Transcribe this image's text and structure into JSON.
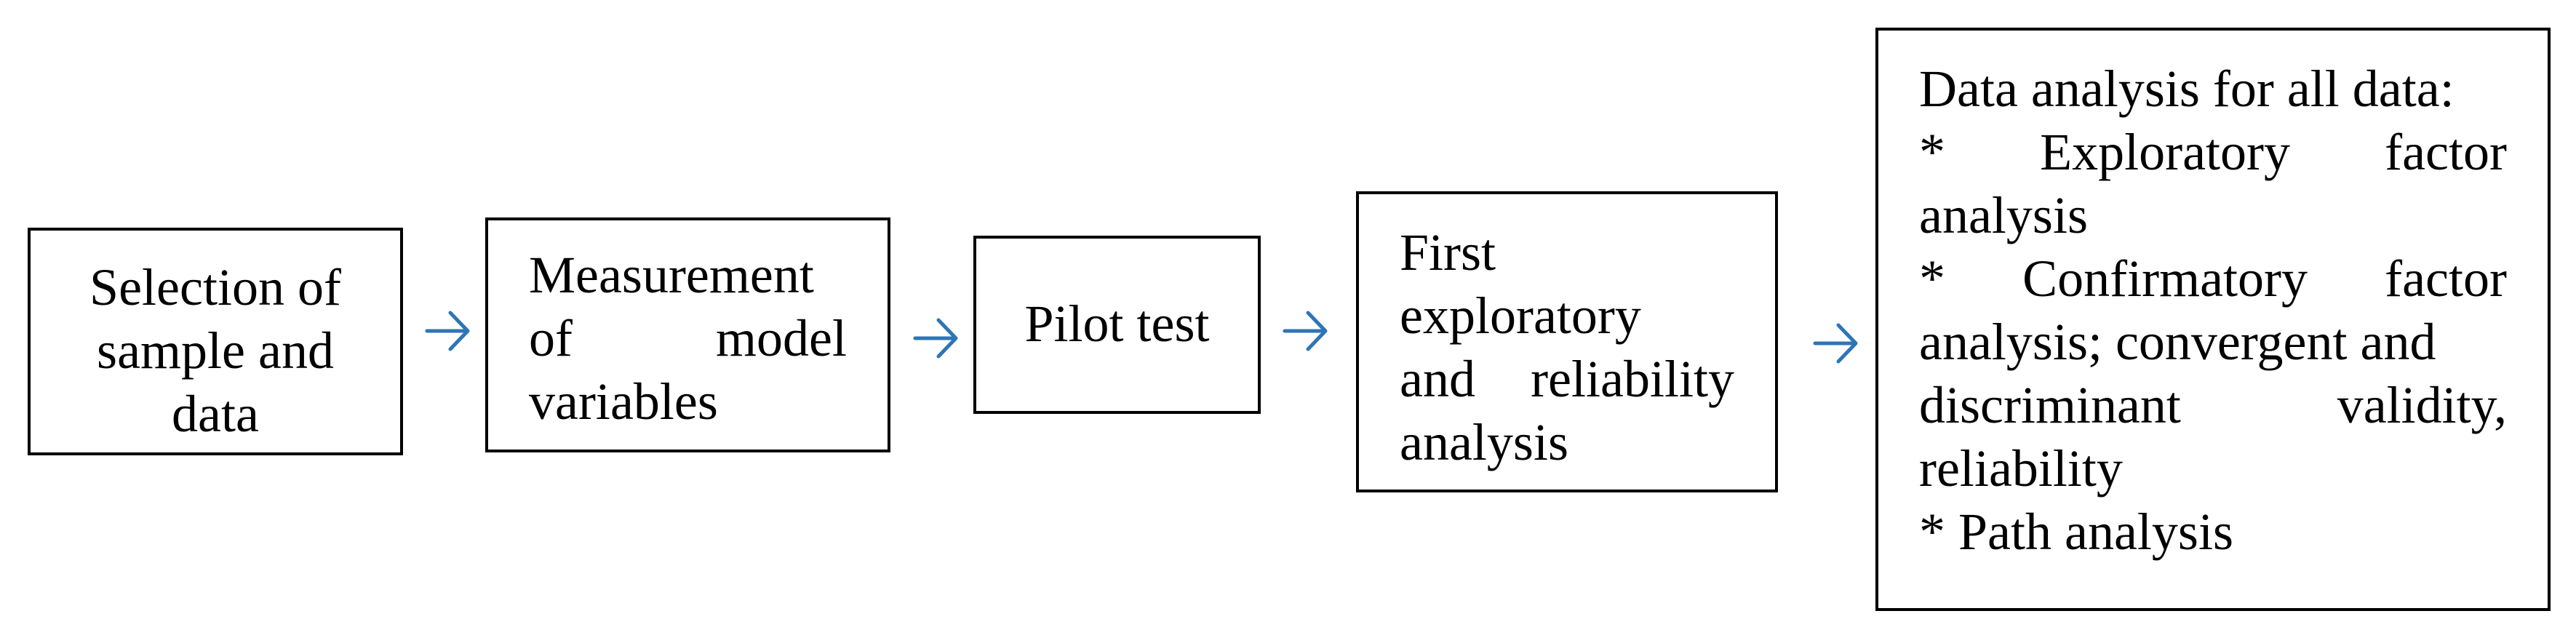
{
  "diagram": {
    "arrow_color": "#2E75B6",
    "steps": [
      {
        "lines": [
          "Selection of",
          "sample and",
          "data"
        ]
      },
      {
        "lines": [
          "Measurement",
          "of model",
          "variables"
        ]
      },
      {
        "lines": [
          "Pilot test"
        ]
      },
      {
        "lines": [
          "First",
          "exploratory",
          "and reliability",
          "analysis"
        ]
      },
      {
        "lines": [
          "Data analysis for all data:",
          "* Exploratory factor",
          "analysis",
          "* Confirmatory factor",
          "analysis; convergent and",
          "discriminant validity,",
          "reliability",
          "* Path analysis"
        ]
      }
    ],
    "justified_words": {
      "s2_of": "of",
      "s2_model": "model",
      "s4_and": "and",
      "s4_reliability": "reliability",
      "s5_star1": "*",
      "s5_exploratory": "Exploratory",
      "s5_factor1": "factor",
      "s5_star2": "*",
      "s5_confirmatory": "Confirmatory",
      "s5_factor2": "factor",
      "s5_discriminant": "discriminant",
      "s5_validity": "validity,"
    }
  }
}
